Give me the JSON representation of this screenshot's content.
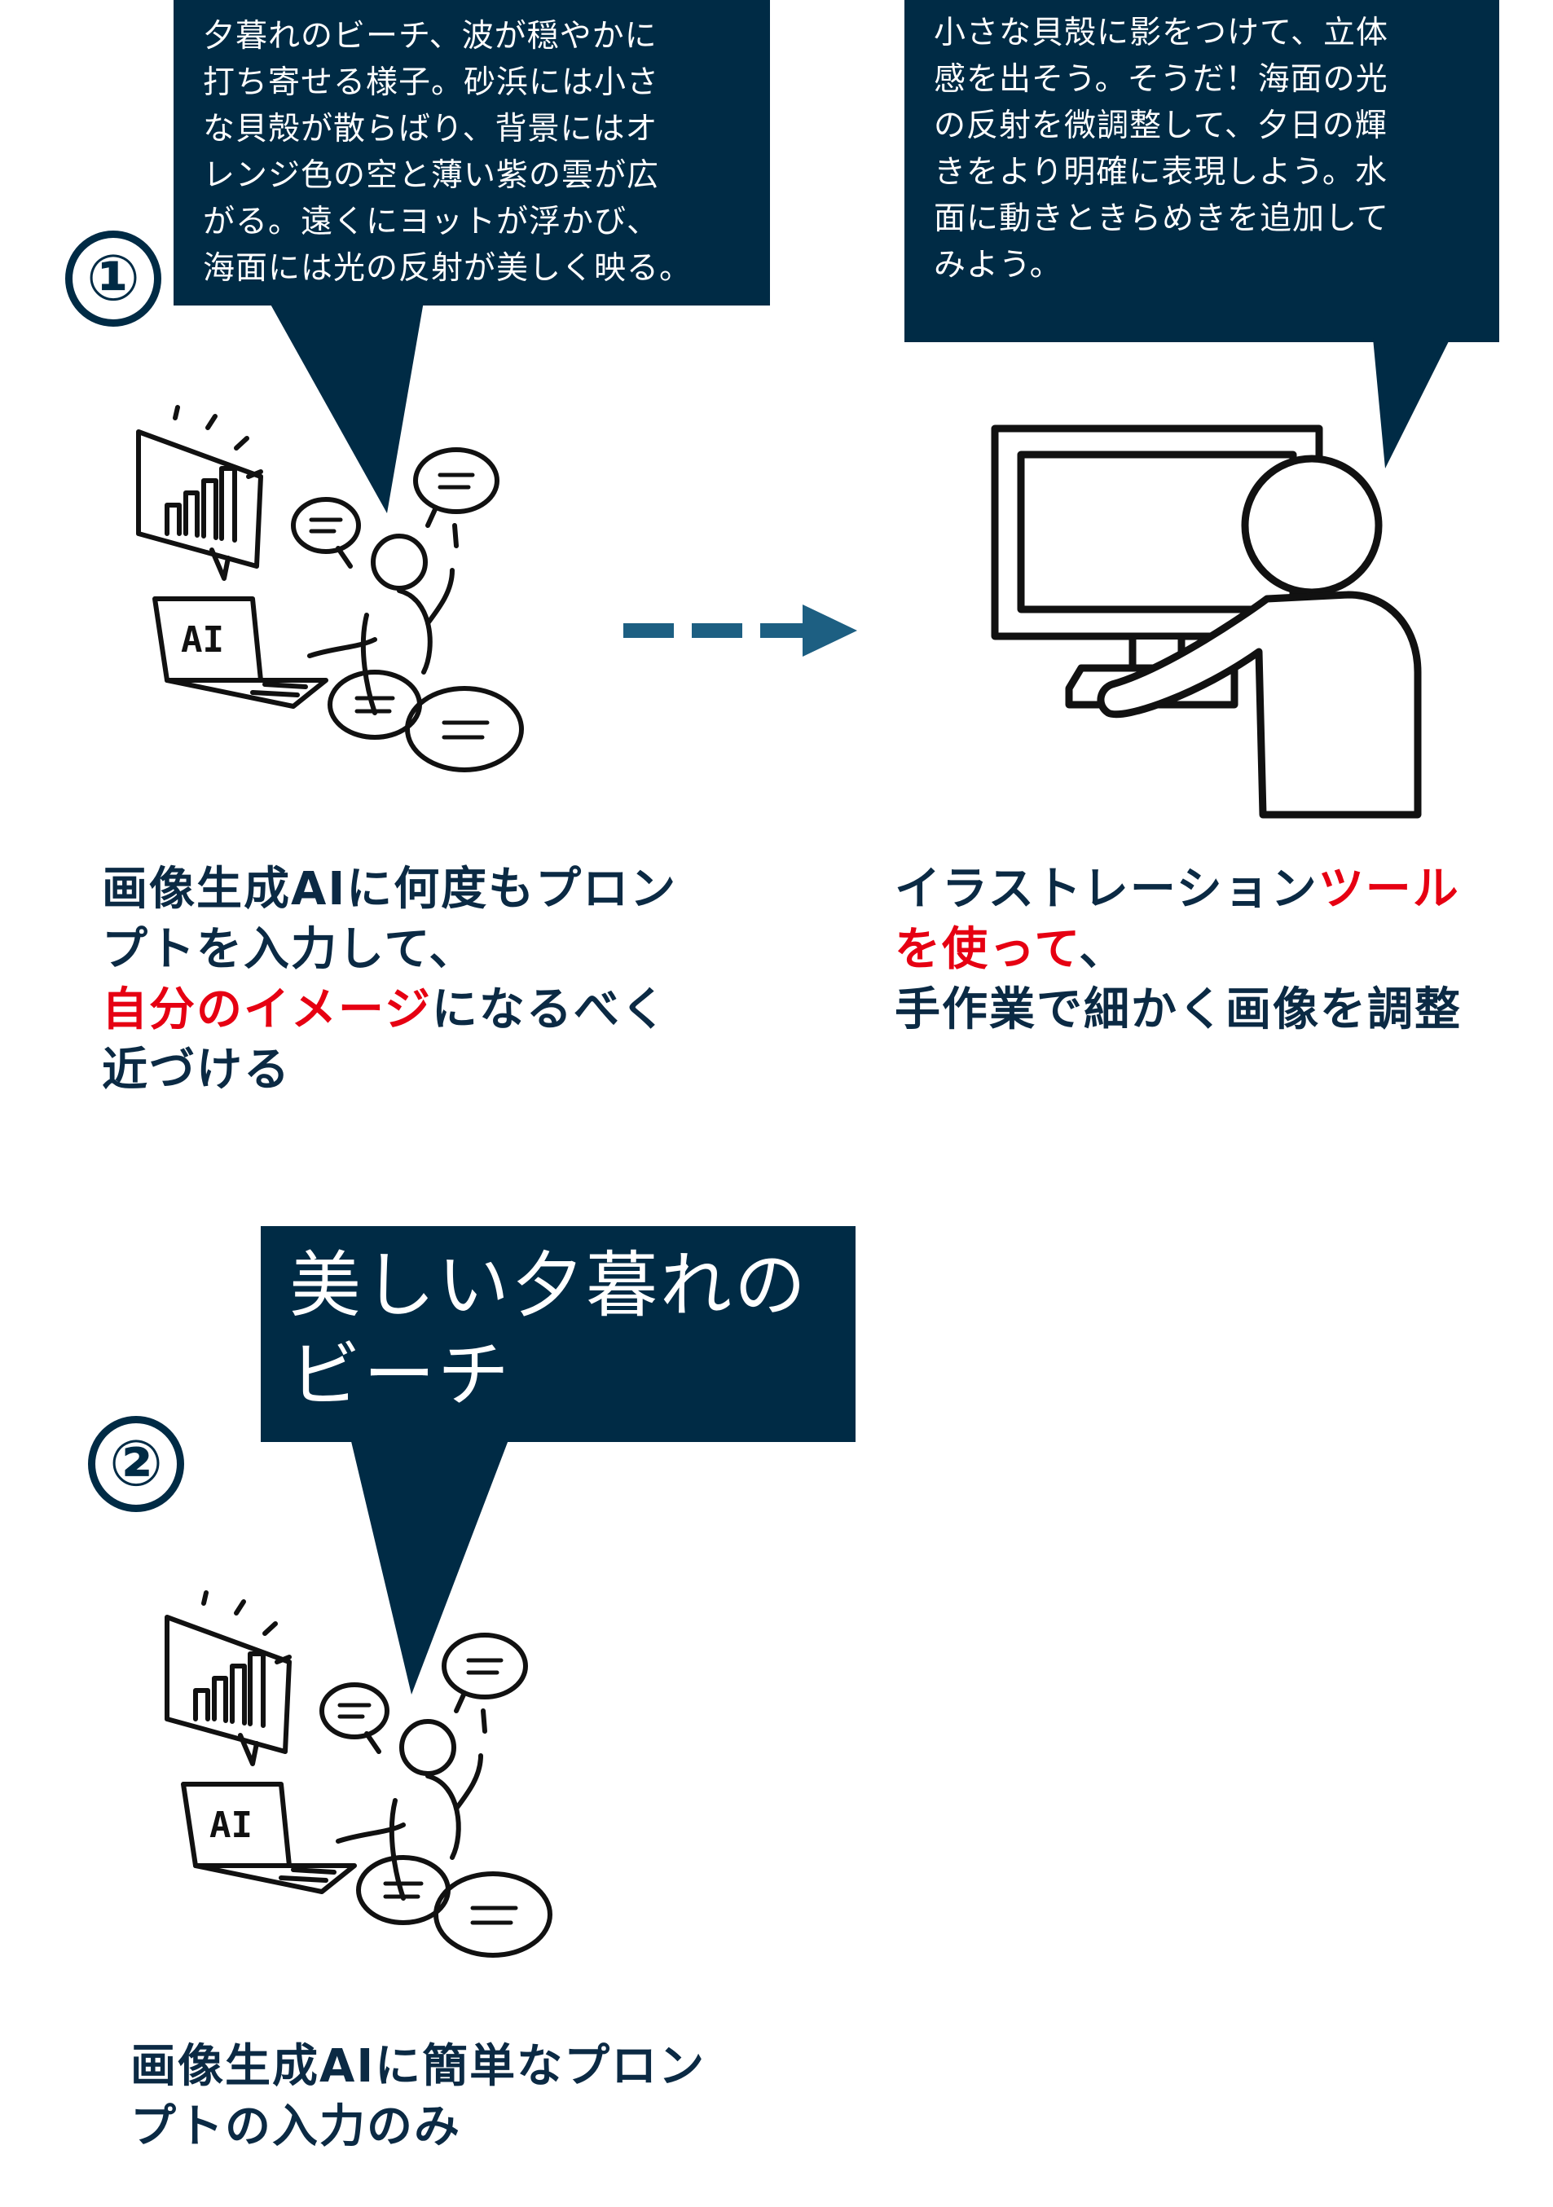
{
  "colors": {
    "navy": "#002b45",
    "red": "#e60012",
    "arrow": "#1d5f82",
    "text": "#0b2a44"
  },
  "step1": {
    "number": "①",
    "bubble_text": "夕暮れのビーチ、波が穏やかに\n打ち寄せる様子。砂浜には小さ\nな貝殻が散らばり、背景にはオ\nレンジ色の空と薄い紫の雲が広\nがる。遠くにヨットが浮かび、\n海面には光の反射が美しく映る。",
    "caption": {
      "line1": "画像生成AIに何度もプロン",
      "line2": "プトを入力して、",
      "line3_red": "自分のイメージ",
      "line3_rest": "になるべく",
      "line4": "近づける"
    },
    "illustration_icon": "person-with-ai-laptop-icon",
    "laptop_label": "AI"
  },
  "step1b": {
    "bubble_text": "小さな貝殻に影をつけて、立体\n感を出そう。そうだ！海面の光\nの反射を微調整して、夕日の輝\nきをより明確に表現しよう。水\n面に動きときらめきを追加して\nみよう。",
    "caption": {
      "line1_dark": "イラストレーション",
      "line1_red": "ツール",
      "line2_red": "を使って",
      "line2_rest": "、",
      "line3": "手作業で細かく画像を調整"
    },
    "illustration_icon": "person-at-monitor-icon"
  },
  "arrow_icon": "dashed-right-arrow-icon",
  "step2": {
    "number": "②",
    "bubble_text": "美しい夕暮れの\nビーチ",
    "caption": {
      "line1": "画像生成AIに簡単なプロン",
      "line2": "プトの入力のみ"
    },
    "illustration_icon": "person-with-ai-laptop-icon",
    "laptop_label": "AI"
  }
}
